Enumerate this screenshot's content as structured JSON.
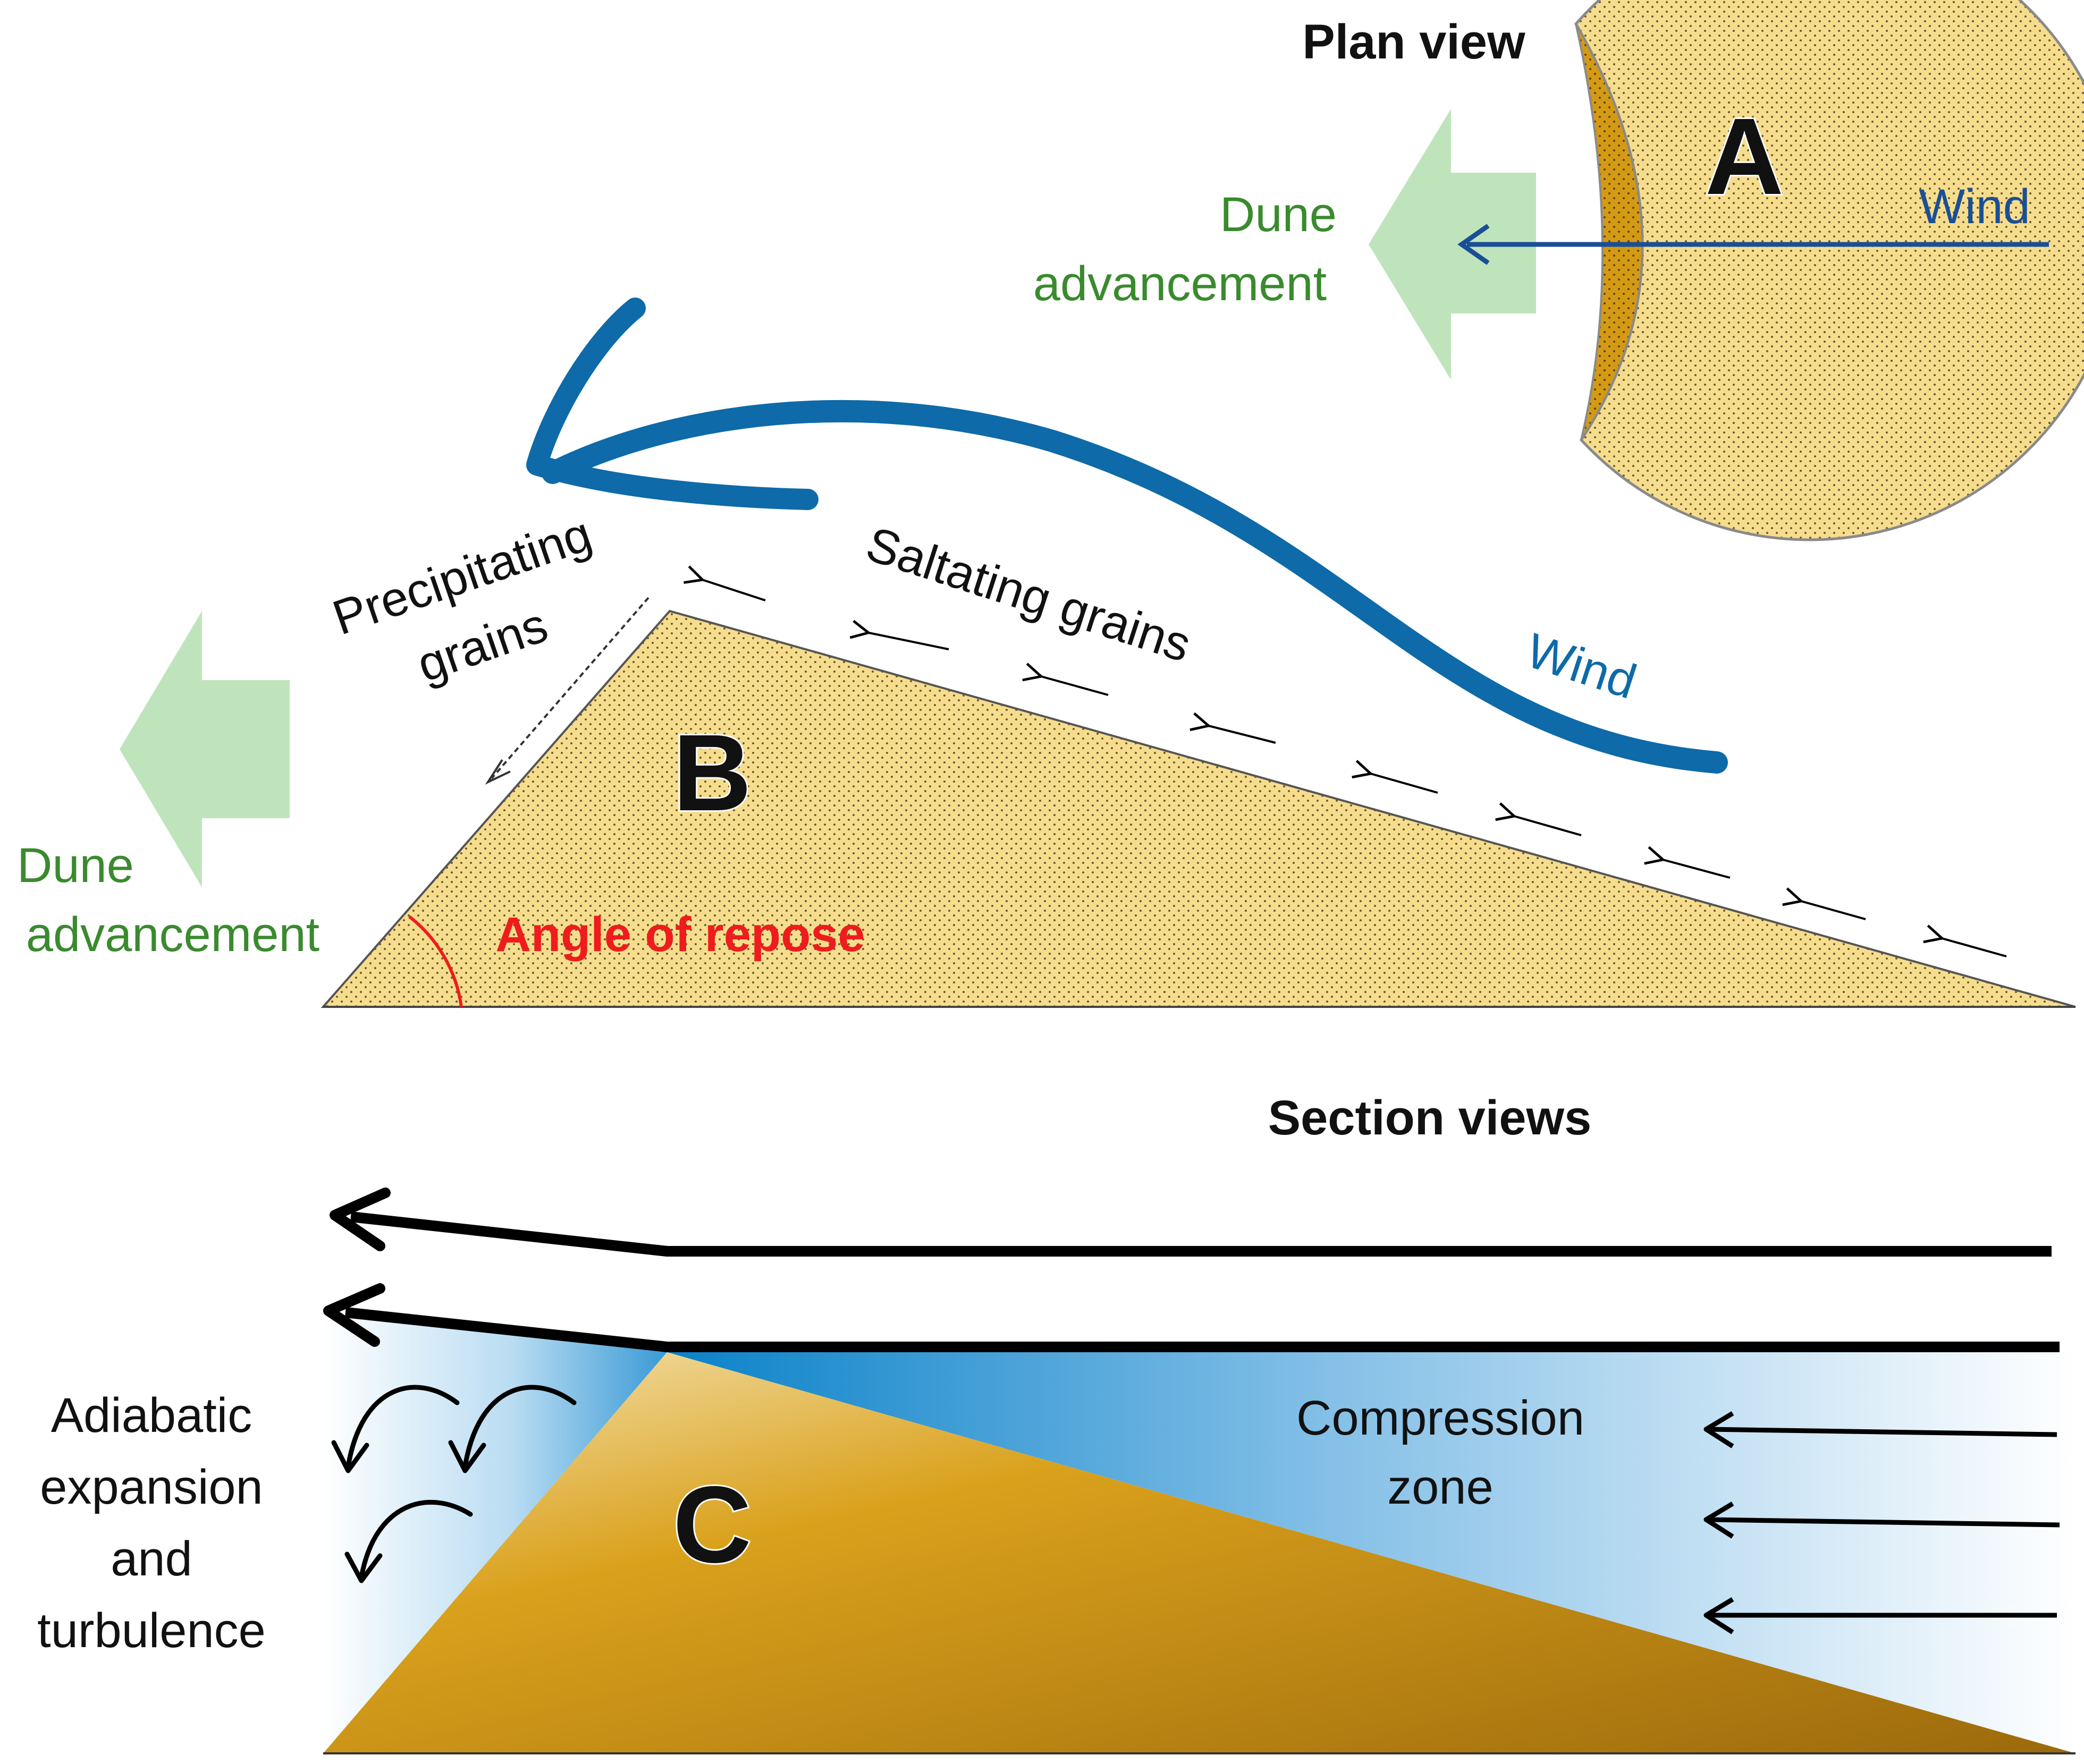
{
  "panels": {
    "plan": {
      "title": "Plan view",
      "letter": "A",
      "wind_label": "Wind",
      "advance_label_line1": "Dune",
      "advance_label_line2": "advancement"
    },
    "section_b": {
      "letter": "B",
      "wind_label": "Wind",
      "saltating_label": "Saltating grains",
      "precip_label_line1": "Precipitating",
      "precip_label_line2": "grains",
      "angle_label": "Angle of repose",
      "advance_label_line1": "Dune",
      "advance_label_line2": "advancement"
    },
    "section_c": {
      "title": "Section views",
      "letter": "C",
      "compression_line1": "Compression",
      "compression_line2": "zone",
      "turbulence_line1": "Adiabatic",
      "turbulence_line2": "expansion",
      "turbulence_line3": "and",
      "turbulence_line4": "turbulence"
    }
  },
  "colors": {
    "sand": "#f6dd8e",
    "sand_dark": "#d49a14",
    "wind_blue": "#0e6aa8",
    "plan_wind_blue": "#1a4f96",
    "advance_green": "#3a8a2e",
    "arrow_green_fill": "#bfe4bc",
    "repose_red": "#ee1c1c",
    "compression_blue": "#0a82c8"
  },
  "icons": {
    "plan_advance_arrow": "arrow-left-icon",
    "section_advance_arrow": "arrow-left-icon",
    "wind_swoosh": "curved-arrow-icon",
    "turbulence": "curved-arrow-icon"
  }
}
